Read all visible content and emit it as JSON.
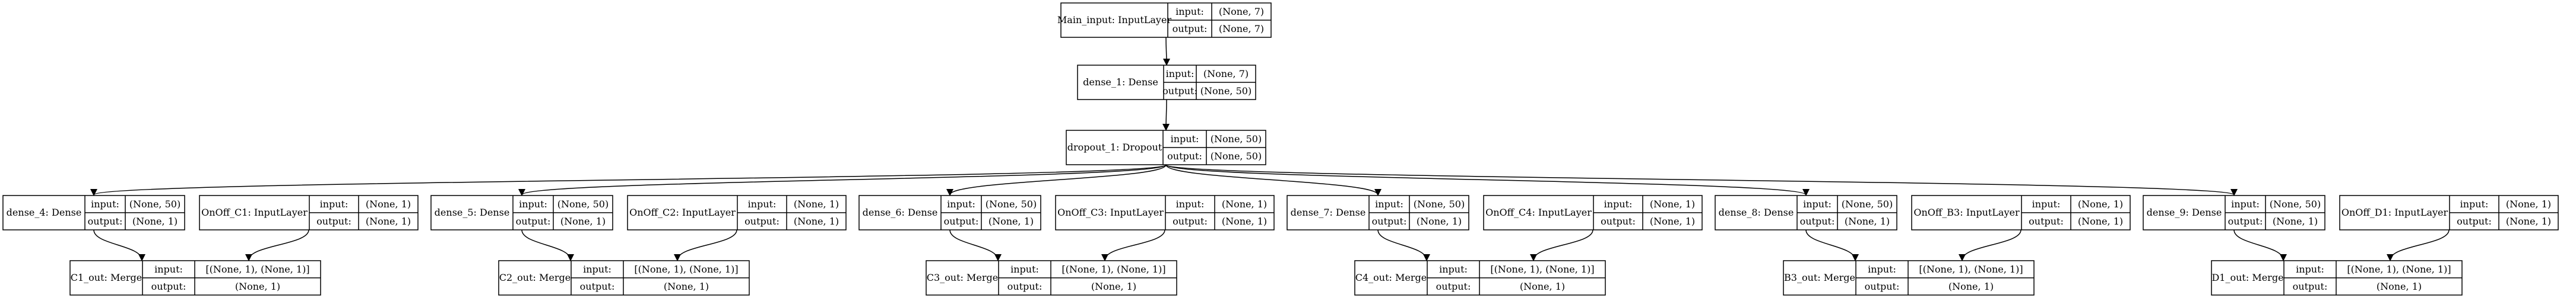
{
  "diagram": {
    "nodes": [
      {
        "id": "main_input",
        "name": "Main_input: InputLayer",
        "input": "(None, 7)",
        "output": "(None, 7)"
      },
      {
        "id": "dense_1",
        "name": "dense_1: Dense",
        "input": "(None, 7)",
        "output": "(None, 50)"
      },
      {
        "id": "dropout_1",
        "name": "dropout_1: Dropout",
        "input": "(None, 50)",
        "output": "(None, 50)"
      },
      {
        "id": "dense_4",
        "name": "dense_4: Dense",
        "input": "(None, 50)",
        "output": "(None, 1)"
      },
      {
        "id": "onoff_c1",
        "name": "OnOff_C1: InputLayer",
        "input": "(None, 1)",
        "output": "(None, 1)"
      },
      {
        "id": "dense_5",
        "name": "dense_5: Dense",
        "input": "(None, 50)",
        "output": "(None, 1)"
      },
      {
        "id": "onoff_c2",
        "name": "OnOff_C2: InputLayer",
        "input": "(None, 1)",
        "output": "(None, 1)"
      },
      {
        "id": "dense_6",
        "name": "dense_6: Dense",
        "input": "(None, 50)",
        "output": "(None, 1)"
      },
      {
        "id": "onoff_c3",
        "name": "OnOff_C3: InputLayer",
        "input": "(None, 1)",
        "output": "(None, 1)"
      },
      {
        "id": "dense_7",
        "name": "dense_7: Dense",
        "input": "(None, 50)",
        "output": "(None, 1)"
      },
      {
        "id": "onoff_c4",
        "name": "OnOff_C4: InputLayer",
        "input": "(None, 1)",
        "output": "(None, 1)"
      },
      {
        "id": "dense_8",
        "name": "dense_8: Dense",
        "input": "(None, 50)",
        "output": "(None, 1)"
      },
      {
        "id": "onoff_b3",
        "name": "OnOff_B3: InputLayer",
        "input": "(None, 1)",
        "output": "(None, 1)"
      },
      {
        "id": "dense_9",
        "name": "dense_9: Dense",
        "input": "(None, 50)",
        "output": "(None, 1)"
      },
      {
        "id": "onoff_d1",
        "name": "OnOff_D1: InputLayer",
        "input": "(None, 1)",
        "output": "(None, 1)"
      },
      {
        "id": "c1_out",
        "name": "C1_out: Merge",
        "input": "[(None, 1), (None, 1)]",
        "output": "(None, 1)"
      },
      {
        "id": "c2_out",
        "name": "C2_out: Merge",
        "input": "[(None, 1), (None, 1)]",
        "output": "(None, 1)"
      },
      {
        "id": "c3_out",
        "name": "C3_out: Merge",
        "input": "[(None, 1), (None, 1)]",
        "output": "(None, 1)"
      },
      {
        "id": "c4_out",
        "name": "C4_out: Merge",
        "input": "[(None, 1), (None, 1)]",
        "output": "(None, 1)"
      },
      {
        "id": "b3_out",
        "name": "B3_out: Merge",
        "input": "[(None, 1), (None, 1)]",
        "output": "(None, 1)"
      },
      {
        "id": "d1_out",
        "name": "D1_out: Merge",
        "input": "[(None, 1), (None, 1)]",
        "output": "(None, 1)"
      }
    ],
    "edges": [
      [
        "main_input",
        "dense_1"
      ],
      [
        "dense_1",
        "dropout_1"
      ],
      [
        "dropout_1",
        "dense_4"
      ],
      [
        "dropout_1",
        "dense_5"
      ],
      [
        "dropout_1",
        "dense_6"
      ],
      [
        "dropout_1",
        "dense_7"
      ],
      [
        "dropout_1",
        "dense_8"
      ],
      [
        "dropout_1",
        "dense_9"
      ],
      [
        "dense_4",
        "c1_out"
      ],
      [
        "onoff_c1",
        "c1_out"
      ],
      [
        "dense_5",
        "c2_out"
      ],
      [
        "onoff_c2",
        "c2_out"
      ],
      [
        "dense_6",
        "c3_out"
      ],
      [
        "onoff_c3",
        "c3_out"
      ],
      [
        "dense_7",
        "c4_out"
      ],
      [
        "onoff_c4",
        "c4_out"
      ],
      [
        "dense_8",
        "b3_out"
      ],
      [
        "onoff_b3",
        "b3_out"
      ],
      [
        "dense_9",
        "d1_out"
      ],
      [
        "onoff_d1",
        "d1_out"
      ]
    ],
    "port_labels": {
      "input": "input:",
      "output": "output:"
    },
    "line_color": "#000000"
  }
}
